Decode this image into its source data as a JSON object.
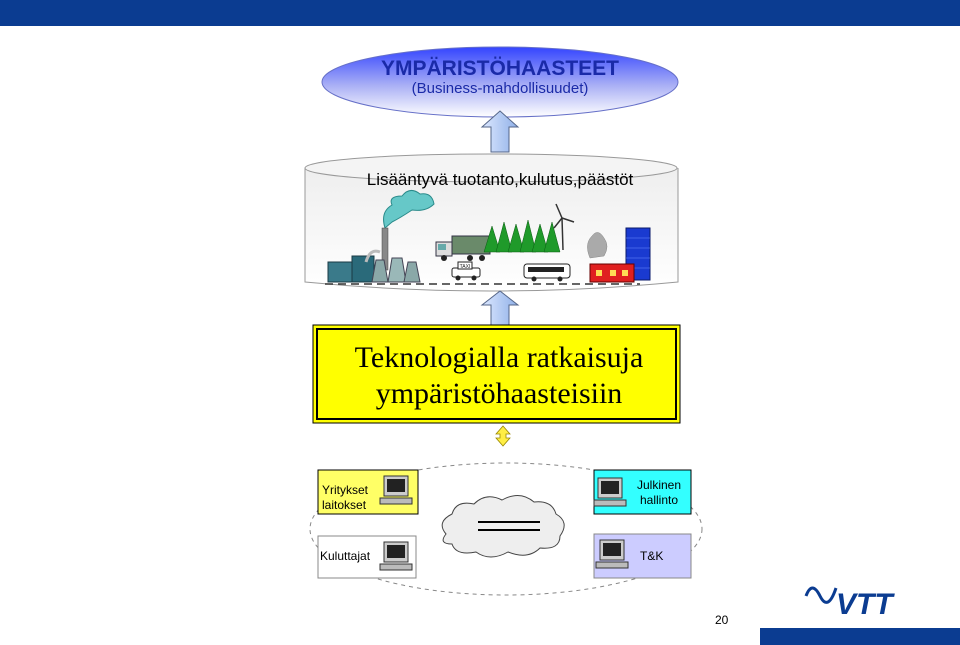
{
  "header": {
    "title": "YMPÄRISTÖHAASTEET",
    "subtitle": "(Business-mahdollisuudet)"
  },
  "consumption": {
    "heading": "Lisääntyvä  tuotanto,kulutus,päästöt"
  },
  "technology_box": {
    "line1": "Teknologialla  ratkaisuja",
    "line2": "ympäristöhaasteisiin"
  },
  "actors": {
    "companies_line1": "Yritykset",
    "companies_line2": "laitokset",
    "public_line1": "Julkinen",
    "public_line2": "hallinto",
    "consumers": "Kuluttajat",
    "rnd": "T&K"
  },
  "taxi_sign": "TAXI",
  "logo": {
    "text": "VTT"
  },
  "page_number": "20",
  "colors": {
    "brand_blue": "#0b3c91",
    "header_text": "#1a2aa8",
    "tech_box_fill": "#ffff00",
    "companies_box": "#ffff66",
    "public_box": "#33ffff",
    "consumers_box": "#ffffff",
    "rnd_box": "#ccccff"
  },
  "icons": [
    "factory-icon",
    "truck-icon",
    "forest-icon",
    "wind-turbine-icon",
    "building-icon",
    "taxi-icon",
    "bus-icon",
    "house-icon",
    "computer-icon",
    "cloud-icon",
    "up-arrow-icon",
    "double-arrow-icon"
  ]
}
